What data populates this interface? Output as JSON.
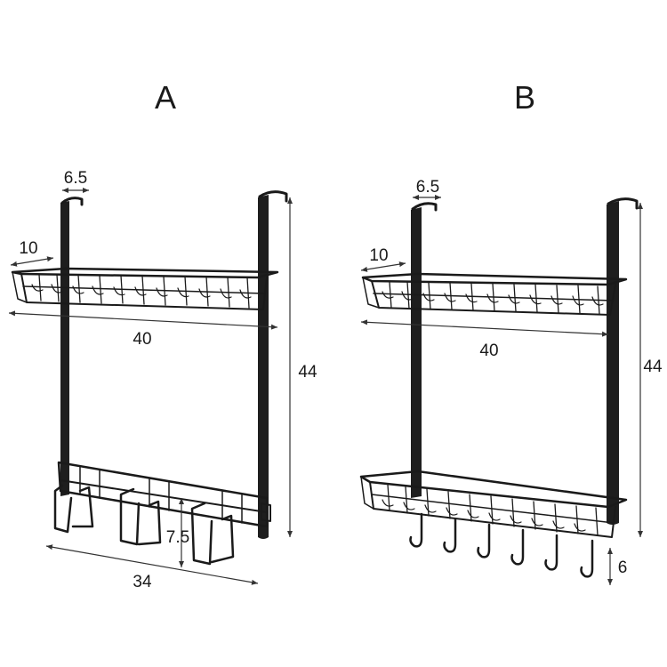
{
  "variants": [
    {
      "title": "A",
      "dims": {
        "hook_width": "6.5",
        "basket_depth": "10",
        "width": "40",
        "height": "44",
        "hook_gap": "7.5",
        "bottom_width": "34"
      }
    },
    {
      "title": "B",
      "dims": {
        "hook_width": "6.5",
        "basket_depth": "10",
        "width": "40",
        "height": "44",
        "hook_drop": "6"
      }
    }
  ],
  "colors": {
    "metal": "#1e1e1e",
    "dimension_line": "#333333",
    "background": "#ffffff"
  }
}
